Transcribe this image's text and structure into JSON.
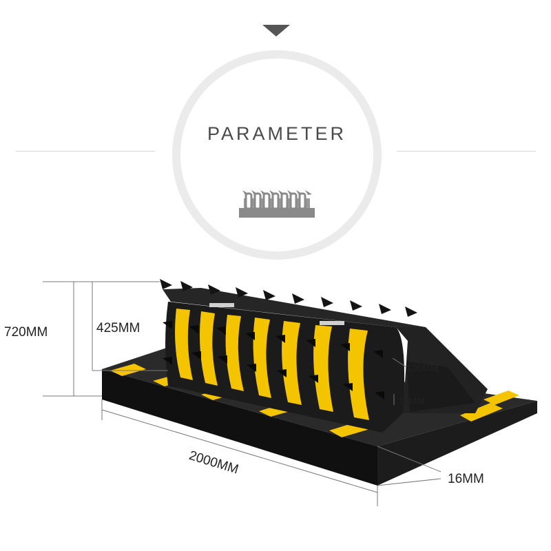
{
  "header": {
    "title": "PARAMETER",
    "icons": [
      "chevron-down-icon",
      "road-blocker-icon"
    ]
  },
  "dimensions": {
    "total_height": "720MM",
    "spike_height": "425MM",
    "length": "2000MM",
    "spike_spacing": "120MM",
    "spike_width": "10MM",
    "plate_thickness": "16MM"
  },
  "colors": {
    "accent_yellow": "#f5c400",
    "body_black": "#1a1a1a",
    "divider_gray": "#d8d8d8",
    "icon_gray": "#888888"
  }
}
